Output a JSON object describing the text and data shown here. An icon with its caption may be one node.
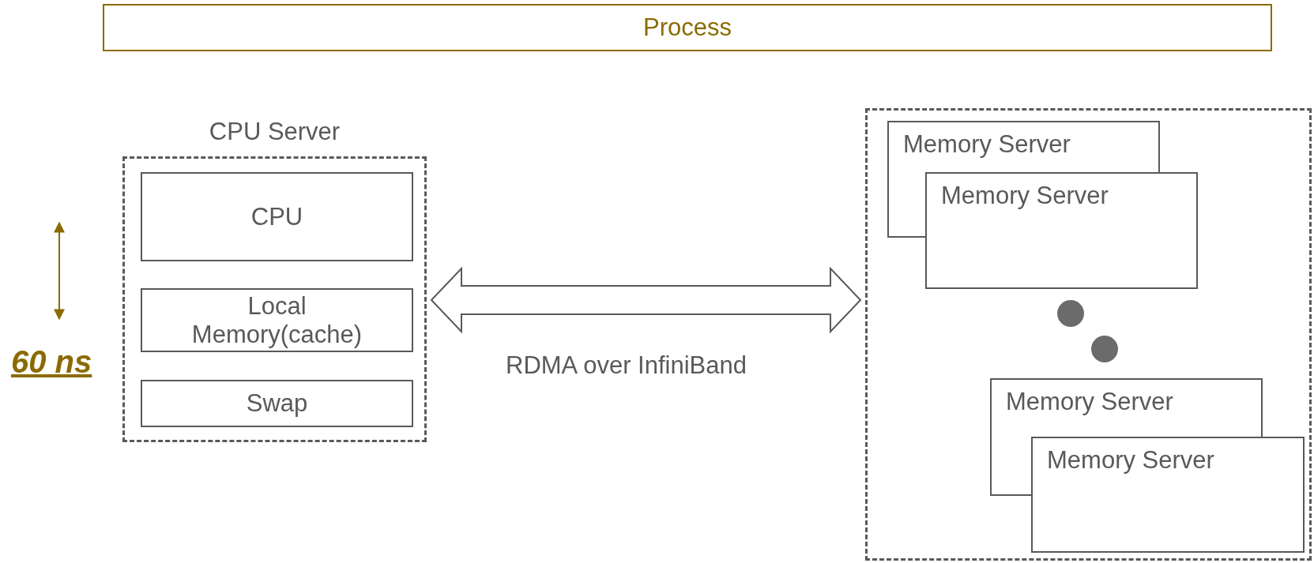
{
  "diagram": {
    "nodes": [
      {
        "text": [
          "Process"
        ]
      },
      {
        "text": [
          "CPU Server"
        ]
      },
      {
        "text": [
          "CPU"
        ],
        "in": 1
      },
      {
        "text": [
          "Local Memory(cache)"
        ],
        "in": 1
      },
      {
        "text": [
          "Swap"
        ],
        "in": 1
      },
      {
        "text": [],
        "shape": "box"
      },
      {
        "text": [
          "Memory Server"
        ],
        "in": 5
      },
      {
        "text": [
          "Memory Server"
        ],
        "in": 5
      },
      {
        "text": [
          "Memory Server"
        ],
        "in": 5
      },
      {
        "text": [
          "Memory Server"
        ],
        "in": 5
      }
    ],
    "edges": [
      {
        "from": 1,
        "to": 5,
        "arrow": "both",
        "label": "RDMA over InfiniBand"
      }
    ],
    "labels": [
      "60 ns"
    ]
  }
}
